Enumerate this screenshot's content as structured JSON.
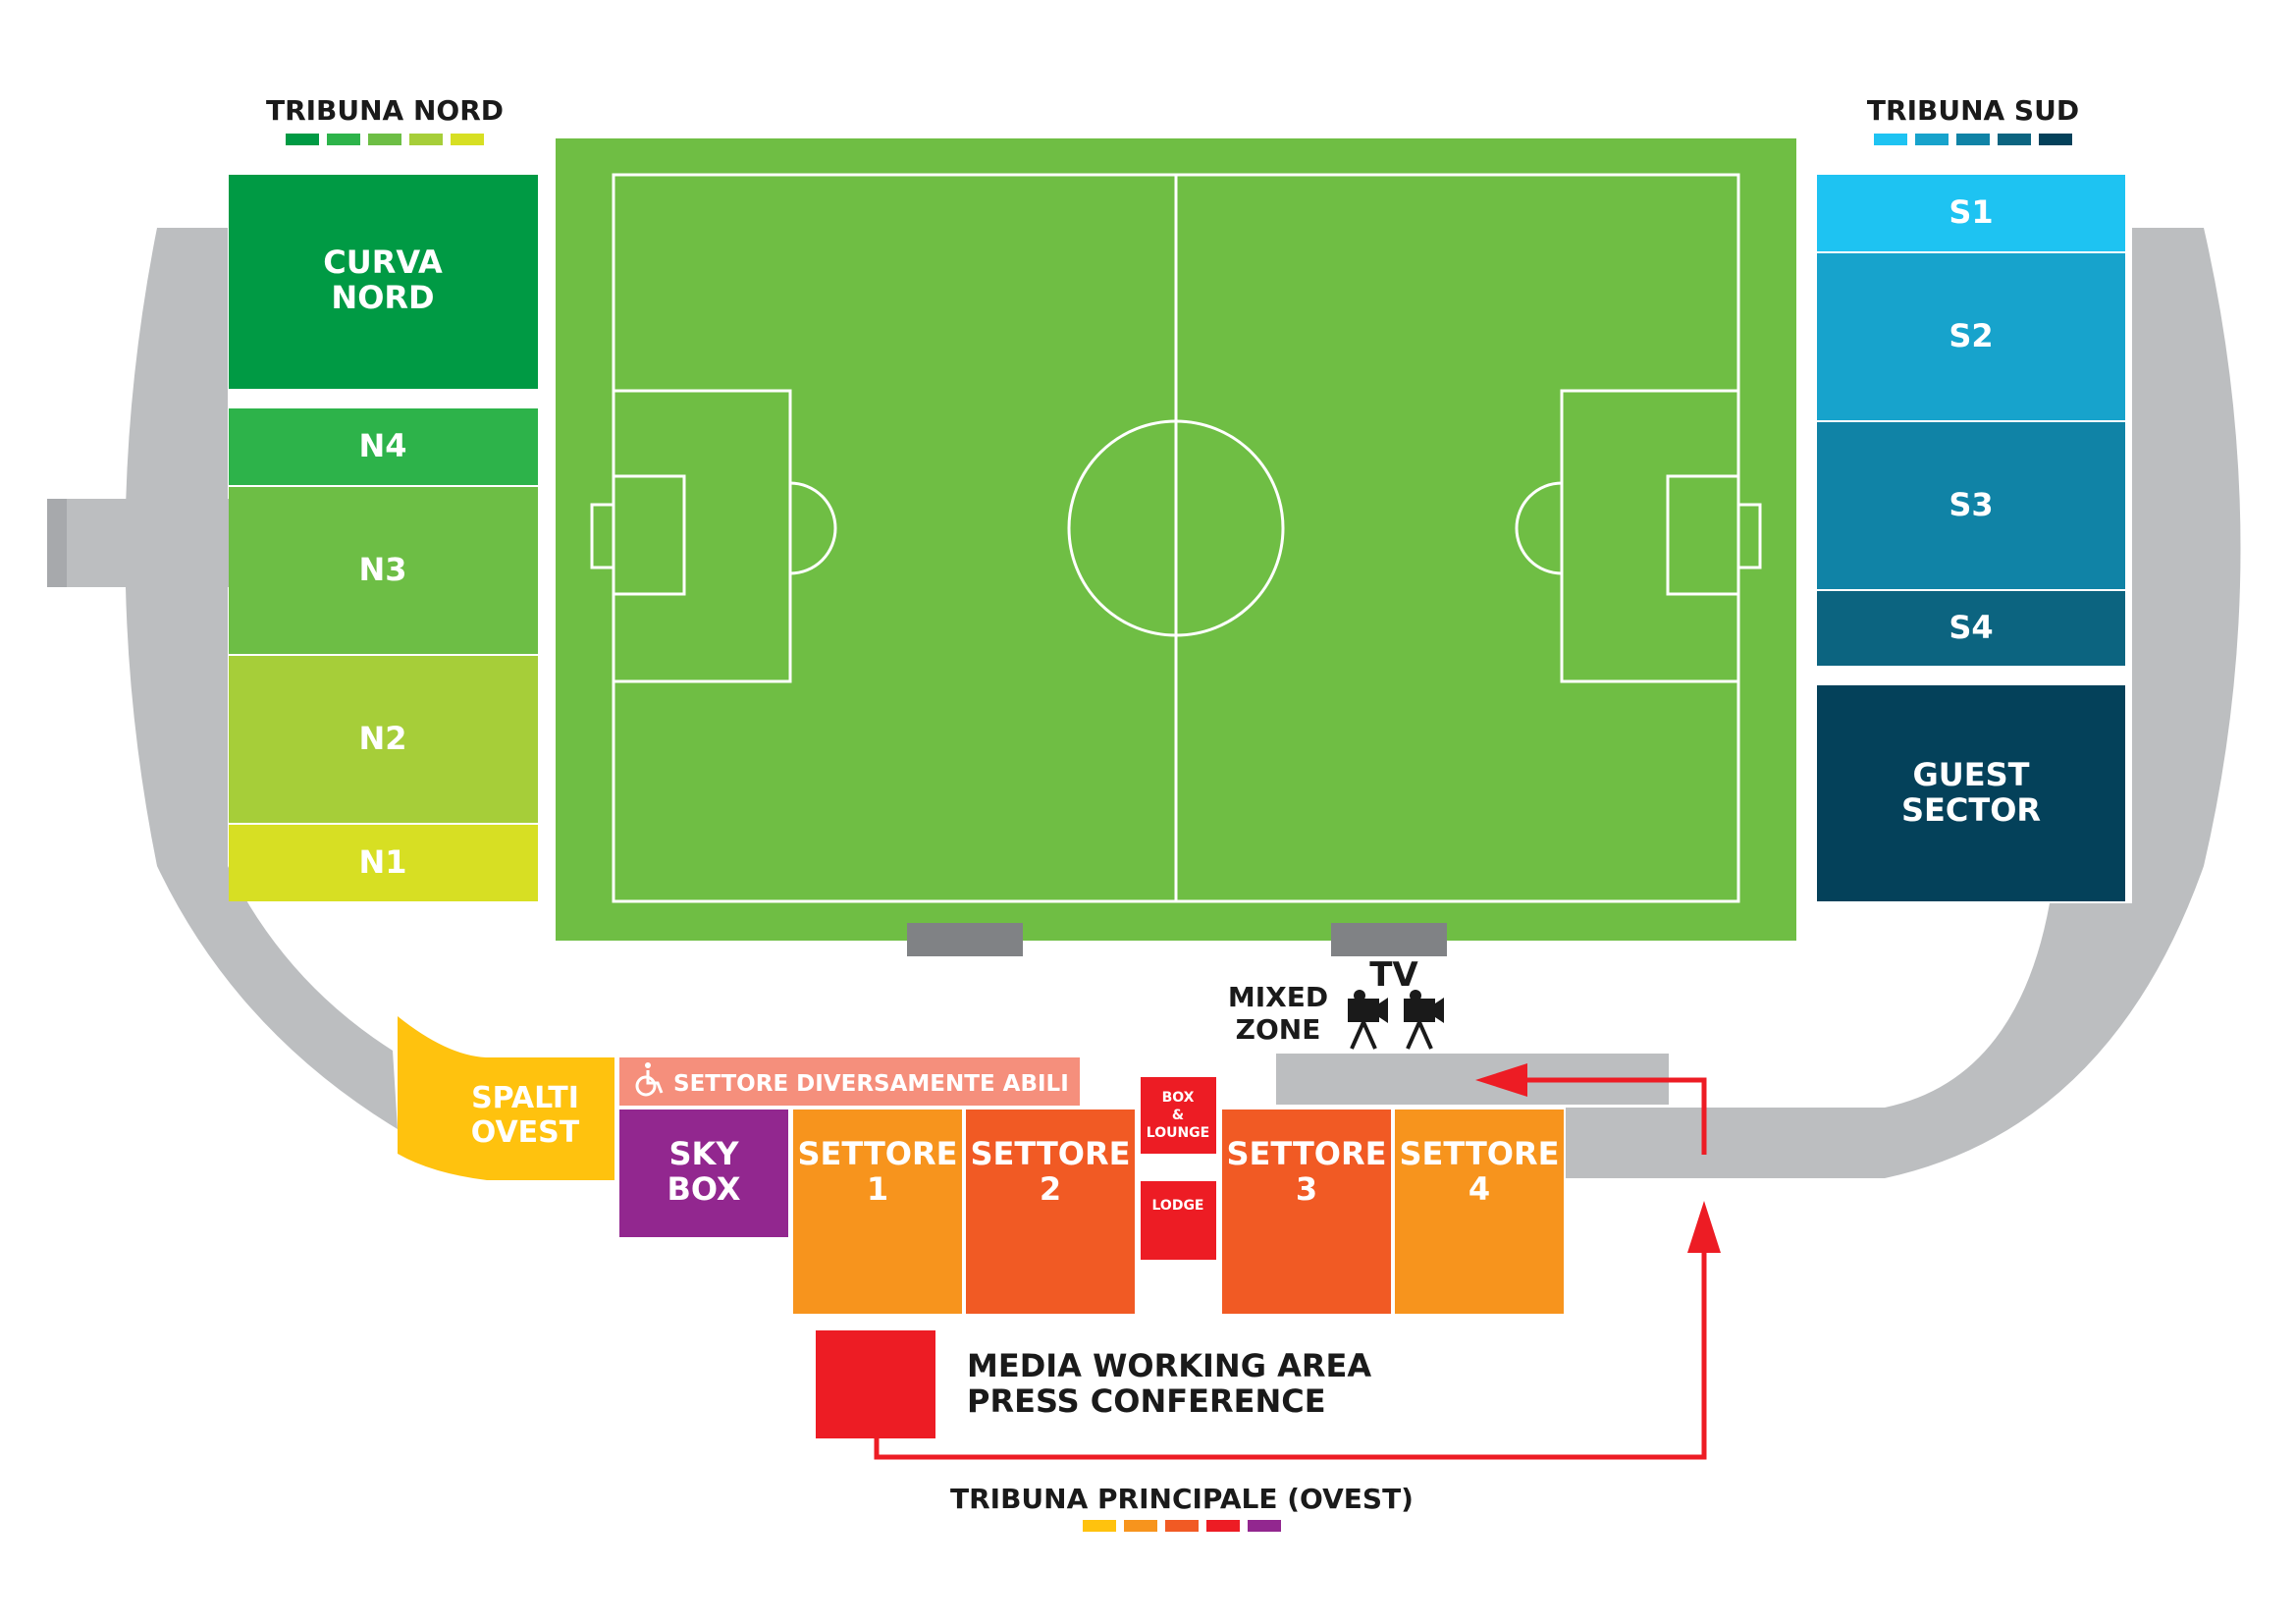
{
  "legends": {
    "nord": {
      "title": "TRIBUNA NORD",
      "swatches": [
        "#009a44",
        "#2db34a",
        "#6dbe45",
        "#a6ce39",
        "#d7df23"
      ]
    },
    "sud": {
      "title": "TRIBUNA SUD",
      "swatches": [
        "#1ec3f2",
        "#17a3cc",
        "#1083a6",
        "#0c6480",
        "#04415a"
      ]
    },
    "principale": {
      "title": "TRIBUNA PRINCIPALE (OVEST)",
      "swatches": [
        "#ffc20e",
        "#f7941d",
        "#f15a24",
        "#ed1c24",
        "#92278f"
      ]
    }
  },
  "sectors": {
    "curva_nord": {
      "line1": "CURVA",
      "line2": "NORD",
      "color": "#009a44"
    },
    "n4": {
      "label": "N4",
      "color": "#2db34a"
    },
    "n3": {
      "label": "N3",
      "color": "#6dbe45"
    },
    "n2": {
      "label": "N2",
      "color": "#a6ce39"
    },
    "n1": {
      "label": "N1",
      "color": "#d7df23"
    },
    "s1": {
      "label": "S1",
      "color": "#1ec3f2"
    },
    "s2": {
      "label": "S2",
      "color": "#17a3cc"
    },
    "s3": {
      "label": "S3",
      "color": "#1083a6"
    },
    "s4": {
      "label": "S4",
      "color": "#0c6480"
    },
    "guest": {
      "line1": "GUEST",
      "line2": "SECTOR",
      "color": "#04415a"
    },
    "spalti_ovest": {
      "line1": "SPALTI",
      "line2": "OVEST",
      "color": "#ffc20e"
    },
    "diversamente_abili": {
      "label": "SETTORE DIVERSAMENTE ABILI",
      "color": "#f58f7c"
    },
    "sky_box": {
      "line1": "SKY",
      "line2": "BOX",
      "color": "#92278f"
    },
    "settore1": {
      "line1": "SETTORE",
      "line2": "1",
      "color": "#f7941d"
    },
    "settore2": {
      "line1": "SETTORE",
      "line2": "2",
      "color": "#f15a24"
    },
    "box_lounge": {
      "line1": "BOX",
      "line2": "&",
      "line3": "LOUNGE",
      "color": "#ed1c24"
    },
    "lodge": {
      "label": "LODGE",
      "color": "#ed1c24"
    },
    "settore3": {
      "line1": "SETTORE",
      "line2": "3",
      "color": "#f15a24"
    },
    "settore4": {
      "line1": "SETTORE",
      "line2": "4",
      "color": "#f7941d"
    }
  },
  "labels": {
    "mixed_zone_line1": "MIXED",
    "mixed_zone_line2": "ZONE",
    "tv": "TV",
    "media_line1": "MEDIA WORKING AREA",
    "media_line2": "PRESS CONFERENCE"
  },
  "colors": {
    "pitch": "#6fbe44",
    "concourse": "#bcbec0",
    "bench": "#808285",
    "route": "#ed1c24",
    "media": "#ed1c24"
  },
  "icons": [
    "wheelchair-icon",
    "camera-icon",
    "camera-icon",
    "arrow-icon"
  ]
}
